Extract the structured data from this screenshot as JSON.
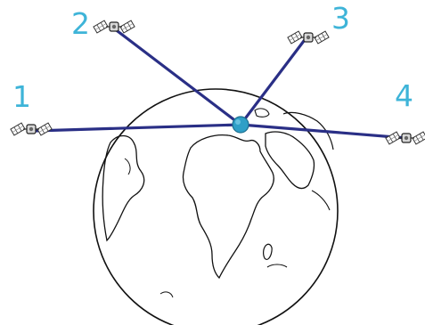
{
  "satellites": [
    {
      "id": "1",
      "label": "1"
    },
    {
      "id": "2",
      "label": "2"
    },
    {
      "id": "3",
      "label": "3"
    },
    {
      "id": "4",
      "label": "4"
    }
  ],
  "colors": {
    "label": "#3eb4d8",
    "link_line": "#2a2f86",
    "ground_station": "#2f9fc7",
    "earth_outline": "#111111"
  },
  "icons": {
    "satellite": "satellite-icon",
    "ground_station": "location-dot-icon",
    "earth": "globe-outline-icon"
  }
}
